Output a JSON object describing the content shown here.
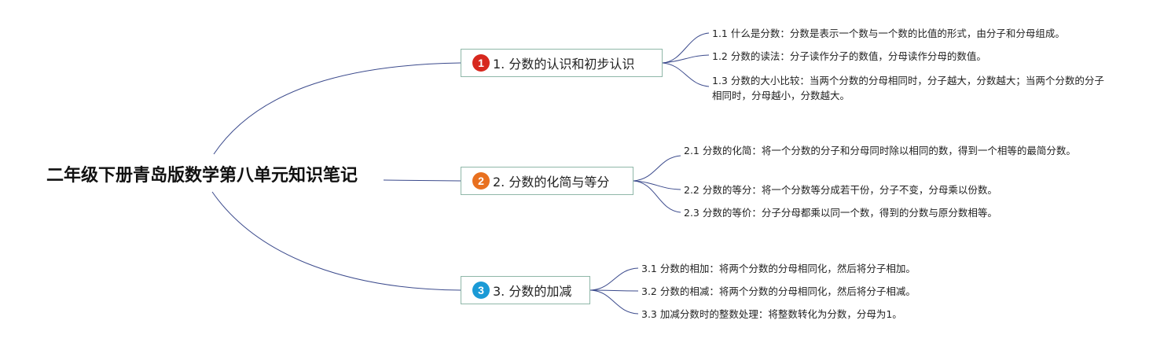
{
  "root": {
    "title": "二年级下册青岛版数学第八单元知识笔记"
  },
  "colors": {
    "line": "#3b4a8c",
    "border": "#8fb7a8",
    "badge1": "#d7281e",
    "badge2": "#e8701f",
    "badge3": "#1a9ad6"
  },
  "branches": [
    {
      "badge": "1",
      "label": "1. 分数的认识和初步认识",
      "items": [
        "1.1 什么是分数：分数是表示一个数与一个数的比值的形式，由分子和分母组成。",
        "1.2 分数的读法：分子读作分子的数值，分母读作分母的数值。",
        "1.3 分数的大小比较：当两个分数的分母相同时，分子越大，分数越大；当两个分数的分子相同时，分母越小，分数越大。"
      ]
    },
    {
      "badge": "2",
      "label": "2. 分数的化简与等分",
      "items": [
        "2.1 分数的化简：将一个分数的分子和分母同时除以相同的数，得到一个相等的最简分数。",
        "2.2 分数的等分：将一个分数等分成若干份，分子不变，分母乘以份数。",
        "2.3 分数的等价：分子分母都乘以同一个数，得到的分数与原分数相等。"
      ]
    },
    {
      "badge": "3",
      "label": "3. 分数的加减",
      "items": [
        "3.1 分数的相加：将两个分数的分母相同化，然后将分子相加。",
        "3.2 分数的相减：将两个分数的分母相同化，然后将分子相减。",
        "3.3 加减分数时的整数处理：将整数转化为分数，分母为1。"
      ]
    }
  ]
}
